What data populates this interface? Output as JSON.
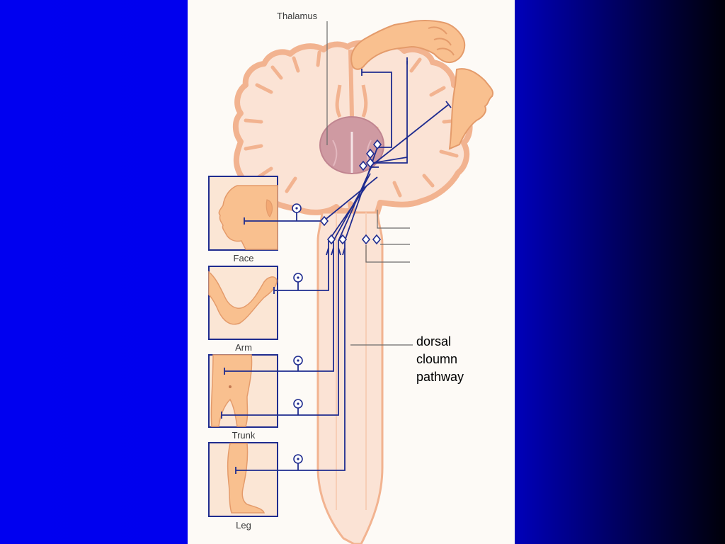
{
  "colors": {
    "background": "#0000ee",
    "panel": "#fdfaf6",
    "tissue": "#f2b390",
    "tissue_fill": "#fbe3d5",
    "thalamus": "#cf9aa2",
    "pathway": "#1f2c8f",
    "label_line": "#6b6b6b"
  },
  "labels": {
    "thalamus": "Thalamus",
    "face": "Face",
    "arm": "Arm",
    "trunk": "Trunk",
    "leg": "Leg"
  },
  "annotation": {
    "line1": "dorsal",
    "line2": "cloumn",
    "line3": "pathway"
  }
}
